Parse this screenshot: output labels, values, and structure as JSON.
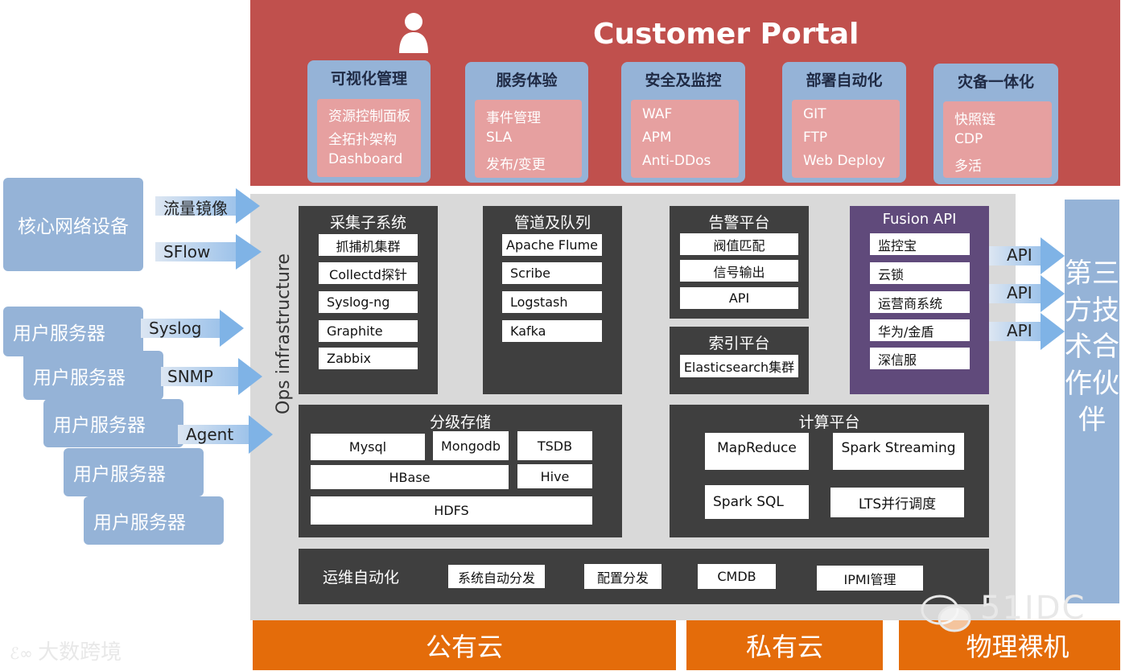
{
  "portal": {
    "title": "Customer Portal",
    "cards": [
      {
        "title": "可视化管理",
        "items": [
          "资源控制面板",
          "全拓扑架构",
          "Dashboard"
        ]
      },
      {
        "title": "服务体验",
        "items": [
          "事件管理",
          "SLA",
          "发布/变更"
        ]
      },
      {
        "title": "安全及监控",
        "items": [
          "WAF",
          "APM",
          "Anti-DDos"
        ]
      },
      {
        "title": "部署自动化",
        "items": [
          "GIT",
          "FTP",
          "Web Deploy"
        ]
      },
      {
        "title": "灾备一体化",
        "items": [
          "快照链",
          "CDP",
          "多活"
        ]
      }
    ]
  },
  "ops": {
    "label": "Ops infrastructure",
    "collect": {
      "title": "采集子系统",
      "items": [
        "抓捕机集群",
        "Collectd探针",
        "Syslog-ng",
        "Graphite",
        "Zabbix"
      ]
    },
    "pipeline": {
      "title": "管道及队列",
      "items": [
        "Apache Flume",
        "Scribe",
        "Logstash",
        "Kafka"
      ]
    },
    "alert": {
      "title": "告警平台",
      "items": [
        "阀值匹配",
        "信号输出",
        "API"
      ]
    },
    "index": {
      "title": "索引平台",
      "items": [
        "Elasticsearch集群"
      ]
    },
    "fusion": {
      "title": "Fusion API",
      "items": [
        "监控宝",
        "云锁",
        "运营商系统",
        "华为/金盾",
        "深信服"
      ]
    },
    "storage": {
      "title": "分级存储",
      "items": [
        "Mysql",
        "Mongodb",
        "TSDB",
        "HBase",
        "Hive",
        "HDFS"
      ]
    },
    "compute": {
      "title": "计算平台",
      "items": [
        "MapReduce",
        "Spark Streaming",
        "Spark SQL",
        "LTS并行调度"
      ]
    },
    "automation": {
      "title": "运维自动化",
      "items": [
        "系统自动分发",
        "配置分发",
        "CMDB",
        "IPMI管理"
      ]
    }
  },
  "left": {
    "core_device": "核心网络设备",
    "servers": [
      "用户服务器",
      "用户服务器",
      "用户服务器",
      "用户服务器",
      "用户服务器"
    ],
    "arrows": [
      "流量镜像",
      "SFlow",
      "Syslog",
      "SNMP",
      "Agent"
    ]
  },
  "right": {
    "api_labels": [
      "API",
      "API",
      "API"
    ],
    "partner": "第三方技术合作伙伴"
  },
  "bottom": [
    "公有云",
    "私有云",
    "物理裸机"
  ],
  "watermarks": [
    "51IDC",
    "大数跨境"
  ],
  "colors": {
    "portal": "#c0504d",
    "card": "#95b3d7",
    "card_inner": "#e6a0a0",
    "dark_panel": "#3f3f3f",
    "fusion": "#604a7b",
    "bottom": "#e46c0a",
    "ops_bg": "#d9d9d9"
  }
}
